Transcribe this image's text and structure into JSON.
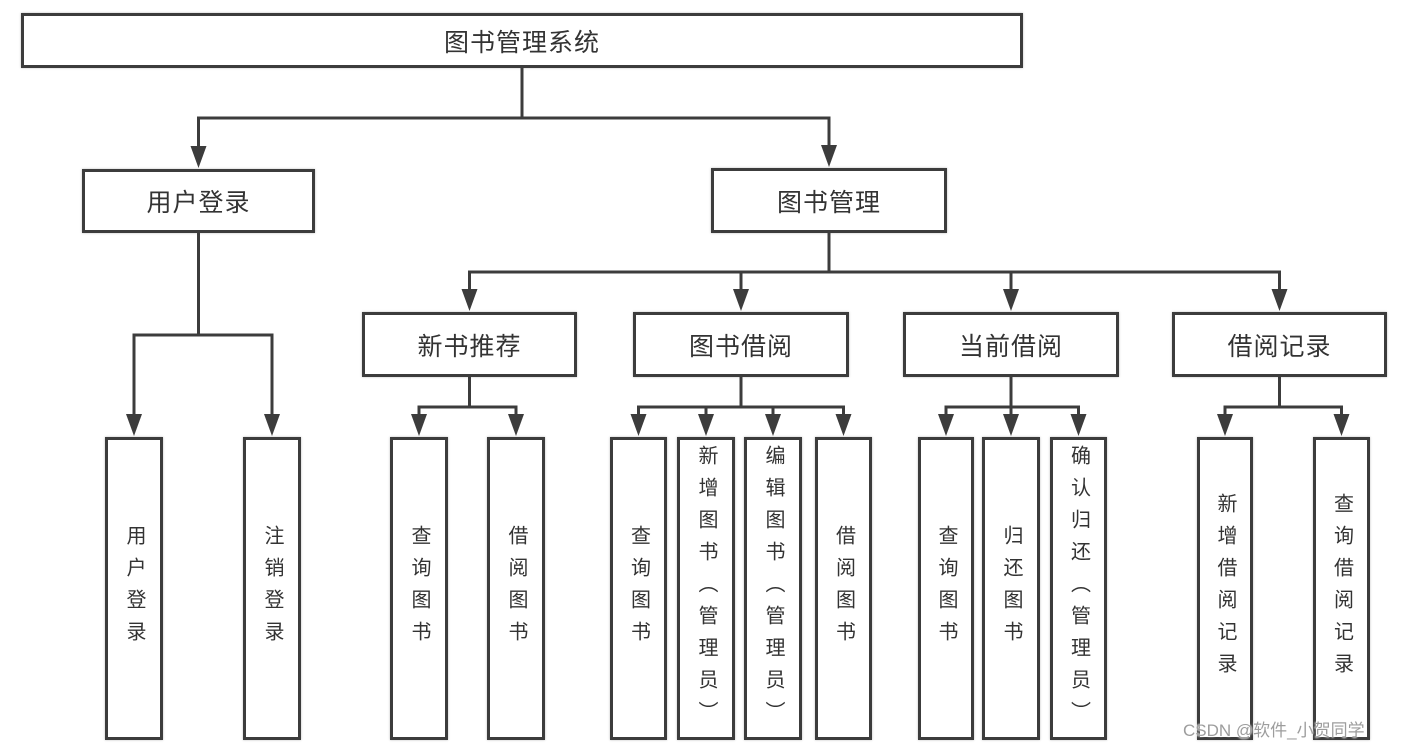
{
  "diagram_title": "图书管理系统",
  "diagram_type": "hierarchy-tree",
  "nodes": [
    {
      "id": "root",
      "label": "图书管理系统",
      "orientation": "horizontal",
      "level": 1
    },
    {
      "id": "user-login",
      "label": "用户登录",
      "orientation": "horizontal",
      "level": 2
    },
    {
      "id": "book-mgmt",
      "label": "图书管理",
      "orientation": "horizontal",
      "level": 2
    },
    {
      "id": "new-book-rec",
      "label": "新书推荐",
      "orientation": "horizontal",
      "level": 3
    },
    {
      "id": "book-borrow",
      "label": "图书借阅",
      "orientation": "horizontal",
      "level": 3
    },
    {
      "id": "current-borrow",
      "label": "当前借阅",
      "orientation": "horizontal",
      "level": 3
    },
    {
      "id": "borrow-records",
      "label": "借阅记录",
      "orientation": "horizontal",
      "level": 3
    },
    {
      "id": "user-login-leaf",
      "label": "用户登录",
      "orientation": "vertical",
      "level": 4
    },
    {
      "id": "logout-leaf",
      "label": "注销登录",
      "orientation": "vertical",
      "level": 4
    },
    {
      "id": "nb-query-books",
      "label": "查询图书",
      "orientation": "vertical",
      "level": 4
    },
    {
      "id": "nb-borrow-books",
      "label": "借阅图书",
      "orientation": "vertical",
      "level": 4
    },
    {
      "id": "bb-query-books",
      "label": "查询图书",
      "orientation": "vertical",
      "level": 4
    },
    {
      "id": "bb-add-books",
      "label": "新增图书（管理员）",
      "orientation": "vertical",
      "level": 4
    },
    {
      "id": "bb-edit-books",
      "label": "编辑图书（管理员）",
      "orientation": "vertical",
      "level": 4
    },
    {
      "id": "bb-borrow-books",
      "label": "借阅图书",
      "orientation": "vertical",
      "level": 4
    },
    {
      "id": "cb-query-books",
      "label": "查询图书",
      "orientation": "vertical",
      "level": 4
    },
    {
      "id": "cb-return-books",
      "label": "归还图书",
      "orientation": "vertical",
      "level": 4
    },
    {
      "id": "cb-confirm-return",
      "label": "确认归还（管理员）",
      "orientation": "vertical",
      "level": 4
    },
    {
      "id": "br-add-record",
      "label": "新增借阅记录",
      "orientation": "vertical",
      "level": 4
    },
    {
      "id": "br-query-record",
      "label": "查询借阅记录",
      "orientation": "vertical",
      "level": 4
    }
  ],
  "edges": [
    {
      "from": "root",
      "to": [
        "user-login",
        "book-mgmt"
      ]
    },
    {
      "from": "user-login",
      "to": [
        "user-login-leaf",
        "logout-leaf"
      ]
    },
    {
      "from": "book-mgmt",
      "to": [
        "new-book-rec",
        "book-borrow",
        "current-borrow",
        "borrow-records"
      ]
    },
    {
      "from": "new-book-rec",
      "to": [
        "nb-query-books",
        "nb-borrow-books"
      ]
    },
    {
      "from": "book-borrow",
      "to": [
        "bb-query-books",
        "bb-add-books",
        "bb-edit-books",
        "bb-borrow-books"
      ]
    },
    {
      "from": "current-borrow",
      "to": [
        "cb-query-books",
        "cb-return-books",
        "cb-confirm-return"
      ]
    },
    {
      "from": "borrow-records",
      "to": [
        "br-add-record",
        "br-query-record"
      ]
    }
  ],
  "watermark": {
    "text": "CSDN @软件_小贺同学",
    "color": "#9d9d9d"
  },
  "colors": {
    "line": "#3c3c3c",
    "box_border": "#3c3c3c",
    "box_fill": "#ffffff",
    "text": "#333333",
    "background": "#ffffff"
  }
}
